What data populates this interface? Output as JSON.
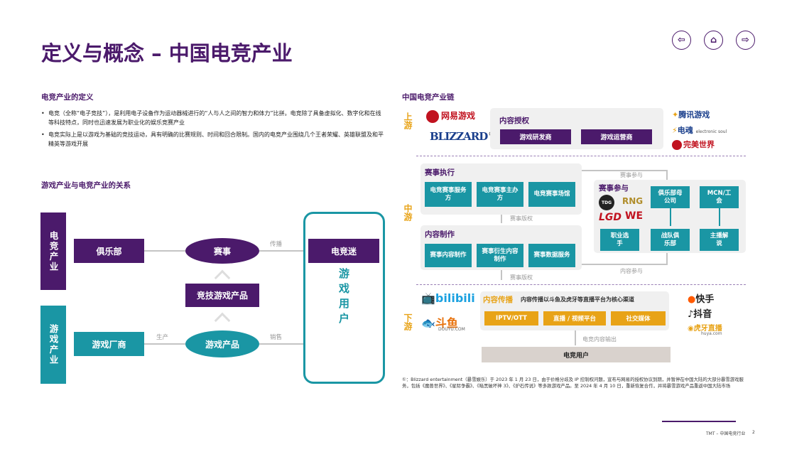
{
  "page": {
    "title": "定义与概念 – 中国电竞产业",
    "footer": "TMT – 中国电竞行业",
    "page_number": "2"
  },
  "nav": {
    "back": "⇦",
    "home": "⌂",
    "next": "⇨"
  },
  "definition": {
    "heading": "电竞产业的定义",
    "bullets": [
      "电竞（全称“电子竞技”），是利用电子设备作为运动器械进行的“人与人之间的智力和体力”比拼。电竞除了具备虚拟化、数字化和在线等科技特点，同时也迅速发展为职业化的娱乐竞赛产业",
      "电竞实际上是以游戏为基础的竞技运动，具有明确的比赛规则、时间和回合限制。国内的电竞产业围绕几个王者荣耀、英雄联盟及和平精英等游戏开展"
    ]
  },
  "relation": {
    "heading": "游戏产业与电竞产业的关系",
    "esports_industry": "电竞产业",
    "game_industry": "游戏产业",
    "club": "俱乐部",
    "event": "赛事",
    "fan": "电竞迷",
    "broadcast": "传播",
    "competitive_product": "竞技游戏产品",
    "developer": "游戏厂商",
    "produce": "生产",
    "game_product": "游戏产品",
    "sales": "销售",
    "game_user": "游戏用户"
  },
  "chain": {
    "heading": "中国电竞产业链",
    "upstream": "上游",
    "midstream": "中游",
    "downstream": "下游",
    "logos": {
      "netease": "网易游戏",
      "blizzard": "BLIZZARD",
      "footnote_mark": "①",
      "tencent": "腾讯游戏",
      "ea": "电魂",
      "ea_sub": "electronic soul",
      "perfect_world": "完美世界",
      "bilibili": "bilibili",
      "douyu": "斗鱼",
      "douyu_url": "DOUYU.COM",
      "kuaishou": "快手",
      "douyin": "抖音",
      "huya": "虎牙直播",
      "huya_url": "huya.com",
      "tdg": "TDG",
      "rng": "RNG",
      "lgd": "LGD",
      "we": "WE"
    },
    "content_license": {
      "title": "内容授权",
      "developer": "游戏研发商",
      "operator": "游戏运营商"
    },
    "event_execution": {
      "title": "赛事执行",
      "items": [
        "电竞赛事服务方",
        "电竞赛事主办方",
        "电竞赛事场馆"
      ]
    },
    "event_participation_label": "赛事参与",
    "event_rights": "赛事版权",
    "event_participation": {
      "title": "赛事参与",
      "club_company": "俱乐部母公司",
      "mcn": "MCN/工会",
      "pro_players": "职业选手",
      "team_club": "战队俱乐部",
      "host": "主播解说"
    },
    "content_production": {
      "title": "内容制作",
      "items": [
        "赛事内容制作",
        "赛事衍生内容制作",
        "赛事数据服务"
      ]
    },
    "content_participation": "内容参与",
    "content_distribution": {
      "title": "内容传播",
      "subtitle": "内容传播以斗鱼及虎牙等直播平台为核心渠道",
      "items": [
        "IPTV/OTT",
        "直播 / 视频平台",
        "社交媒体"
      ]
    },
    "content_output": "电竞内容输出",
    "users": "电竞用户",
    "footnote": "①：Blizzard entertainment（暴雪娱乐）于 2023 年 1 月 23 日，由于价格分歧及 IP 控制权问题，宣布与网易的授权协议到期，并暂停在中国大陆的大部分暴雪游戏服务，包括《魔兽世界》、《星际争霸》、《暗黑破坏神 3》、《炉石传说》等多款游戏产品。至 2024 年 4 月 10 日，重新恢复合作，并将暴雪游戏产品重返中国大陆市场"
  },
  "colors": {
    "purple": "#4b1a6b",
    "teal": "#1a96a4",
    "orange": "#e8a317",
    "gray_panel": "#f0f0f0",
    "user_bar": "#d9d2cd"
  }
}
